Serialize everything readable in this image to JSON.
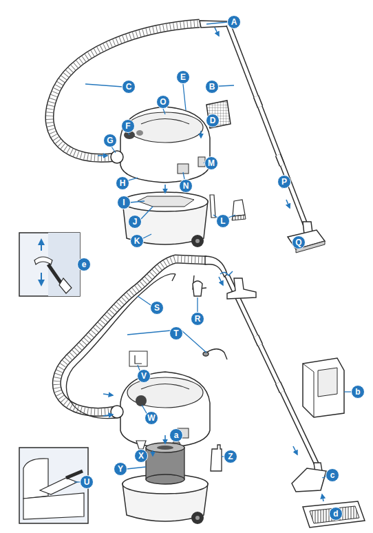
{
  "diagram": {
    "nodes": [
      {
        "text": [
          "A"
        ]
      },
      {
        "text": [
          "E"
        ]
      },
      {
        "text": [
          "O"
        ]
      },
      {
        "text": [
          "C"
        ]
      },
      {
        "text": [
          "B"
        ]
      },
      {
        "text": [
          "F"
        ]
      },
      {
        "text": [
          "D"
        ]
      },
      {
        "text": [
          "G"
        ]
      },
      {
        "text": [
          "M"
        ]
      },
      {
        "text": [
          "H"
        ]
      },
      {
        "text": [
          "N"
        ]
      },
      {
        "text": [
          "I"
        ]
      },
      {
        "text": [
          "J"
        ]
      },
      {
        "text": [
          "L"
        ]
      },
      {
        "text": [
          "K"
        ]
      },
      {
        "text": [
          "P"
        ]
      },
      {
        "text": [
          "Q"
        ]
      },
      {
        "text": [
          "e"
        ]
      },
      {
        "text": [
          "R"
        ]
      },
      {
        "text": [
          "S"
        ]
      },
      {
        "text": [
          "T"
        ]
      },
      {
        "text": [
          "V"
        ]
      },
      {
        "text": [
          "b"
        ]
      },
      {
        "text": [
          "W"
        ]
      },
      {
        "text": [
          "a"
        ]
      },
      {
        "text": [
          "X"
        ]
      },
      {
        "text": [
          "Z"
        ]
      },
      {
        "text": [
          "Y"
        ]
      },
      {
        "text": [
          "U"
        ]
      },
      {
        "text": [
          "c"
        ]
      },
      {
        "text": [
          "d"
        ]
      }
    ]
  }
}
